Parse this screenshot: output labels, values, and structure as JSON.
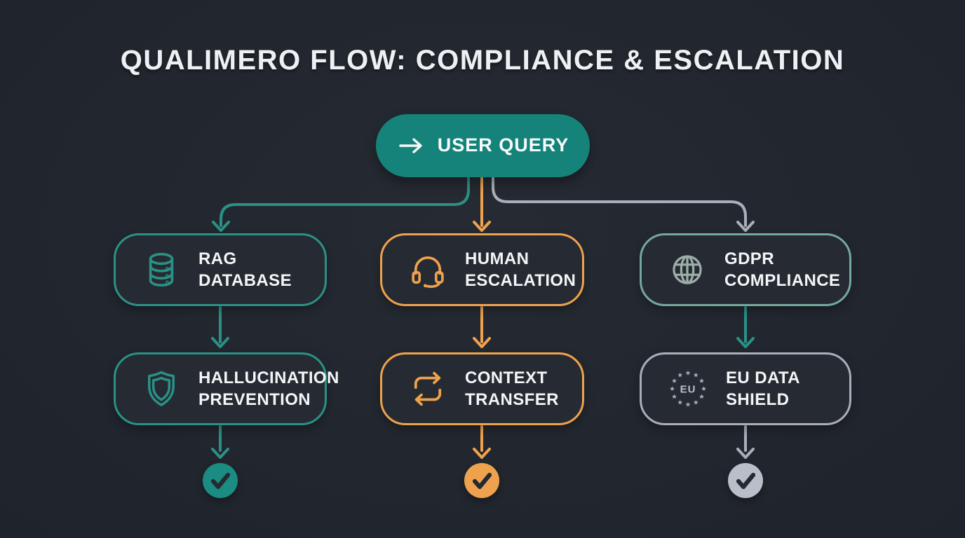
{
  "title": "QUALIMERO FLOW: COMPLIANCE & ESCALATION",
  "palette": {
    "background": "#22262e",
    "node_background": "#262b33",
    "teal": "#2a9186",
    "teal_fill": "#15837a",
    "orange": "#efa24d",
    "gray": "#a9afb9",
    "sage_border": "#74a99d",
    "check_gray_fill": "#b9bfc8",
    "checkmark_dark": "#252a32",
    "text": "#f4f5f7"
  },
  "nodes": {
    "user_query": {
      "label": "USER QUERY",
      "icon": "arrow-right-icon",
      "style": "teal-filled-pill"
    },
    "rag_database": {
      "label": "RAG DATABASE",
      "icon": "database-icon",
      "style": "teal-outline"
    },
    "human_escalation": {
      "label": "HUMAN\nESCALATION",
      "icon": "headset-icon",
      "style": "orange-outline"
    },
    "gdpr_compliance": {
      "label": "GDPR\nCOMPLIANCE",
      "icon": "globe-icon",
      "style": "sage-outline"
    },
    "hallucination_prevention": {
      "label": "HALLUCINATION\nPREVENTION",
      "icon": "shield-icon",
      "style": "teal-outline"
    },
    "context_transfer": {
      "label": "CONTEXT\nTRANSFER",
      "icon": "cycle-arrows-icon",
      "style": "orange-outline"
    },
    "eu_data_shield": {
      "label": "EU DATA\nSHIELD",
      "icon": "eu-stars-icon",
      "icon_text": "EU",
      "style": "gray-outline"
    }
  },
  "edges": [
    {
      "from": "user_query",
      "to": "rag_database",
      "color": "teal"
    },
    {
      "from": "user_query",
      "to": "human_escalation",
      "color": "orange"
    },
    {
      "from": "user_query",
      "to": "gdpr_compliance",
      "color": "gray"
    },
    {
      "from": "rag_database",
      "to": "hallucination_prevention",
      "color": "teal"
    },
    {
      "from": "human_escalation",
      "to": "context_transfer",
      "color": "orange"
    },
    {
      "from": "gdpr_compliance",
      "to": "eu_data_shield",
      "color": "teal"
    },
    {
      "from": "hallucination_prevention",
      "to": "check-rag-branch",
      "color": "teal"
    },
    {
      "from": "context_transfer",
      "to": "check-escalation-branch",
      "color": "orange"
    },
    {
      "from": "eu_data_shield",
      "to": "check-gdpr-branch",
      "color": "gray"
    }
  ],
  "outcomes": [
    {
      "name": "check-rag-branch",
      "icon": "check-icon",
      "color": "teal"
    },
    {
      "name": "check-escalation-branch",
      "icon": "check-icon",
      "color": "orange"
    },
    {
      "name": "check-gdpr-branch",
      "icon": "check-icon",
      "color": "gray"
    }
  ]
}
